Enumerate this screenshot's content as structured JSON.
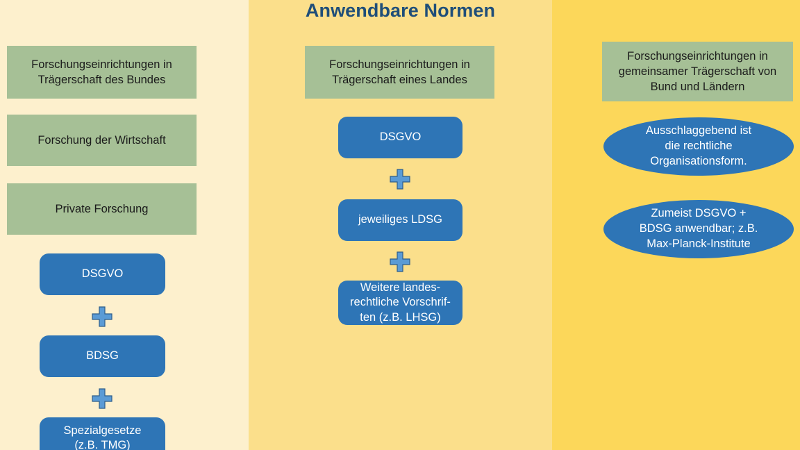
{
  "slide": {
    "title": "Anwendbare Normen",
    "background_left": "#fdf0cd",
    "background_middle": "#fbdf8b",
    "background_right": "#fcd75a",
    "title_color": "#1f4e79",
    "green_color": "#a6c096",
    "blue_color": "#2e75b6",
    "plus_fill_color": "#5b9bd5",
    "plus_stroke_color": "#2e5d8a"
  },
  "columns": [
    {
      "id": "bund",
      "headers": [
        {
          "label": "Forschungseinrichtungen in\nTrägerschaft des Bundes"
        },
        {
          "label": "Forschung der Wirtschaft"
        },
        {
          "label": "Private Forschung"
        }
      ],
      "norms": [
        {
          "label": "DSGVO"
        },
        {
          "label": "BDSG"
        },
        {
          "label": "Spezialgesetze\n(z.B. TMG)"
        }
      ],
      "connectors": [
        {
          "label": "plus-icon"
        },
        {
          "label": "plus-icon"
        }
      ]
    },
    {
      "id": "land",
      "headers": [
        {
          "label": "Forschungseinrichtungen in\nTrägerschaft eines Landes"
        }
      ],
      "norms": [
        {
          "label": "DSGVO"
        },
        {
          "label": "jeweiliges LDSG"
        },
        {
          "label": "Weitere landes-\nrechtliche Vorschrif-\nten (z.B. LHSG)"
        }
      ],
      "connectors": [
        {
          "label": "plus-icon"
        },
        {
          "label": "plus-icon"
        }
      ]
    },
    {
      "id": "bund-laender",
      "headers": [
        {
          "label": "Forschungseinrichtungen in\ngemeinsamer Trägerschaft von\nBund und Ländern"
        }
      ],
      "notes": [
        {
          "label": "Ausschlaggebend ist\ndie rechtliche\nOrganisationsform."
        },
        {
          "label": "Zumeist DSGVO +\nBDSG anwendbar; z.B.\nMax-Planck-Institute"
        }
      ]
    }
  ]
}
